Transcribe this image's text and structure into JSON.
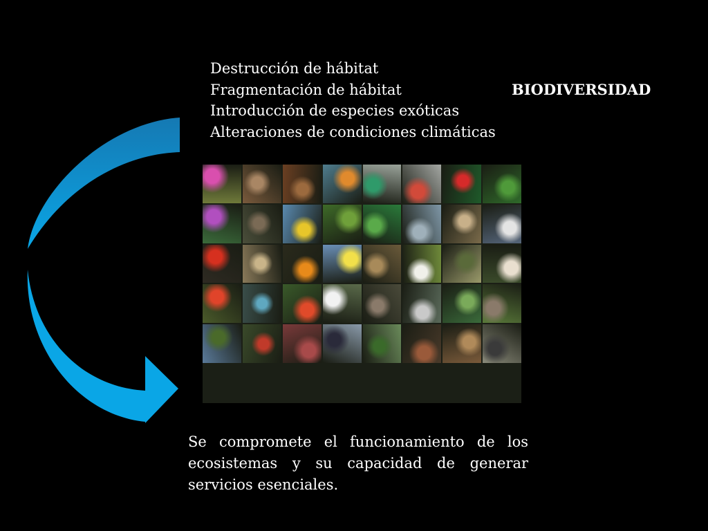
{
  "slide": {
    "title": "BIODIVERSIDAD",
    "threats": [
      "Destrucción de hábitat",
      "Fragmentación de hábitat",
      "Introducción de especies exóticas",
      "Alteraciones de condiciones climáticas"
    ],
    "consequence": "Se compromete el funcionamiento de los ecosistemas y su capacidad de generar servicios esenciales.",
    "colors": {
      "background": "#000000",
      "text": "#ffffff",
      "arrow_light": "#0aa6e6",
      "arrow_dark": "#1579b3"
    },
    "collage_tiles": [
      {
        "name": "orchid-photo",
        "color": "#6f7a3a",
        "accent": "#d94fae"
      },
      {
        "name": "snake-photo",
        "color": "#7a5a3c",
        "accent": "#a98664"
      },
      {
        "name": "leaf-litter-photo",
        "color": "#6b3f22",
        "accent": "#9c6a3e"
      },
      {
        "name": "kingfisher-photo",
        "color": "#4f7d8e",
        "accent": "#e08a2d"
      },
      {
        "name": "macaws-photo",
        "color": "#9aa39a",
        "accent": "#2f9a6a"
      },
      {
        "name": "parrots-photo",
        "color": "#a4a7a3",
        "accent": "#d24a3a"
      },
      {
        "name": "red-flower-photo",
        "color": "#1f5a2a",
        "accent": "#d62a2a"
      },
      {
        "name": "green-leaves-photo",
        "color": "#2f6a2a",
        "accent": "#4f9a3a"
      },
      {
        "name": "purple-flower-photo",
        "color": "#3a6a3a",
        "accent": "#b14fbf"
      },
      {
        "name": "capybara-photo",
        "color": "#4a4e3a",
        "accent": "#7a6a55"
      },
      {
        "name": "yellow-tree-photo",
        "color": "#5a8ab0",
        "accent": "#e7c62a"
      },
      {
        "name": "chameleon-photo",
        "color": "#3e6a28",
        "accent": "#6fa03a"
      },
      {
        "name": "green-foliage-photo",
        "color": "#2a7a3a",
        "accent": "#5aaa4a"
      },
      {
        "name": "manatee-photo",
        "color": "#7f97a7",
        "accent": "#9fb0ba"
      },
      {
        "name": "monkey-photo",
        "color": "#7a6a4a",
        "accent": "#c8b089"
      },
      {
        "name": "eagle-photo",
        "color": "#55657a",
        "accent": "#e4e4e4"
      },
      {
        "name": "red-butterfly-photo",
        "color": "#2e2a22",
        "accent": "#d6301f"
      },
      {
        "name": "owl-photo",
        "color": "#8a7a5a",
        "accent": "#c9b489"
      },
      {
        "name": "toucan-photo",
        "color": "#2a2a1c",
        "accent": "#e88a1a"
      },
      {
        "name": "kiskadee-photo",
        "color": "#6a8fb6",
        "accent": "#f2e04a"
      },
      {
        "name": "sloth-photo",
        "color": "#6a5a3a",
        "accent": "#a88a5a"
      },
      {
        "name": "jabiru-photo",
        "color": "#6f8a3a",
        "accent": "#f0f0ea"
      },
      {
        "name": "grassland-photo",
        "color": "#9a9a6a",
        "accent": "#5a6a3a"
      },
      {
        "name": "barn-owl-photo",
        "color": "#3a4a2a",
        "accent": "#e9dfcf"
      },
      {
        "name": "ibis-photo",
        "color": "#4a5a2a",
        "accent": "#e0442a"
      },
      {
        "name": "hummingbird-photo",
        "color": "#3a4e4a",
        "accent": "#5fa8c0"
      },
      {
        "name": "coral-flowers-photo",
        "color": "#3a5a2a",
        "accent": "#e04a2a"
      },
      {
        "name": "egret-photo",
        "color": "#5a6a4a",
        "accent": "#f2f2f2"
      },
      {
        "name": "anteater-photo",
        "color": "#4a4a3a",
        "accent": "#8a7a6a"
      },
      {
        "name": "waterfall-photo",
        "color": "#5a6a5a",
        "accent": "#c9c9c9"
      },
      {
        "name": "aquatic-plants-photo",
        "color": "#3a6a3a",
        "accent": "#7aaa5a"
      },
      {
        "name": "armadillo-photo",
        "color": "#5a7a3a",
        "accent": "#8a7a6a"
      },
      {
        "name": "palms-photo",
        "color": "#5a7a9a",
        "accent": "#4a6a2a"
      },
      {
        "name": "red-bromeliad-photo",
        "color": "#3a4a2a",
        "accent": "#c03a2a"
      },
      {
        "name": "marsh-photo",
        "color": "#7a3a3a",
        "accent": "#a84a4a"
      },
      {
        "name": "vulture-photo",
        "color": "#8a9aaa",
        "accent": "#2a2a3a"
      },
      {
        "name": "tree-photo",
        "color": "#6a8a5a",
        "accent": "#3a6a2a"
      },
      {
        "name": "carnivorous-plant-photo",
        "color": "#4a3a2a",
        "accent": "#9a5a3a"
      },
      {
        "name": "dry-leaves-photo",
        "color": "#7a5a3a",
        "accent": "#b08a5a"
      },
      {
        "name": "giant-anteater-photo",
        "color": "#8a8a7a",
        "accent": "#3a3a3a"
      }
    ]
  }
}
